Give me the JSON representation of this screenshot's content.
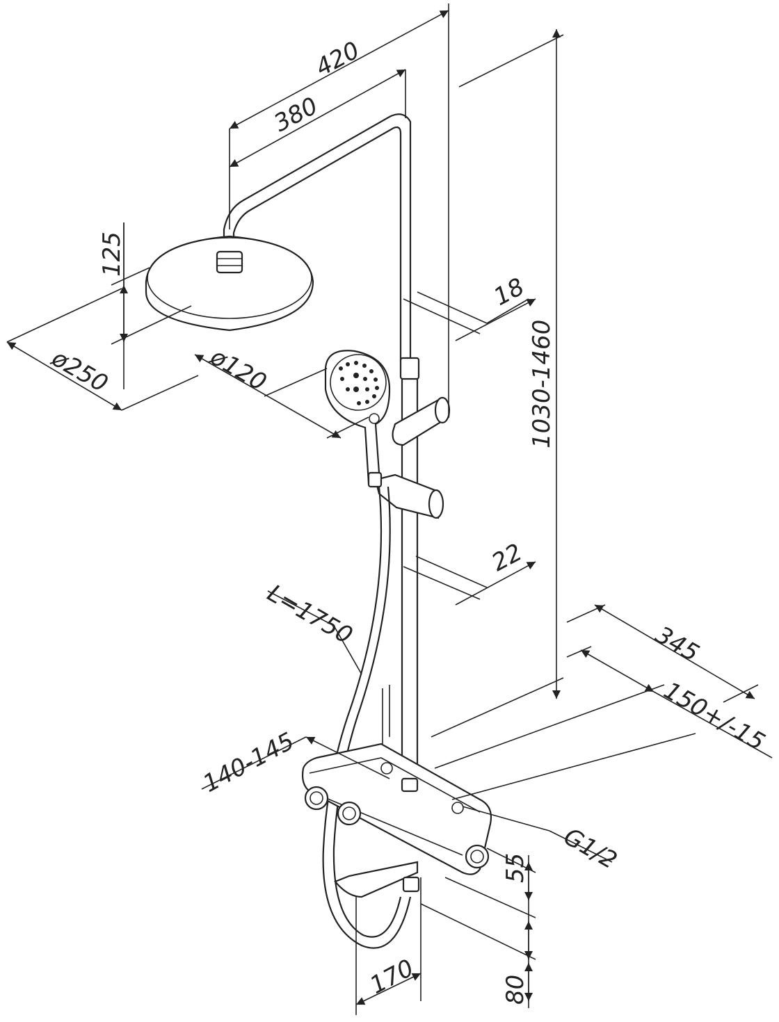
{
  "dimensions": {
    "d420": "420",
    "d380": "380",
    "d125": "125",
    "d18": "18",
    "d250": "ø250",
    "d120": "ø120",
    "d1030": "1030-1460",
    "d22": "22",
    "dL": "L=1750",
    "d345": "345",
    "d150": "150+/-15",
    "d140": "140-145",
    "dG": "G1/2",
    "d55": "55",
    "d170": "170",
    "d80": "80"
  }
}
